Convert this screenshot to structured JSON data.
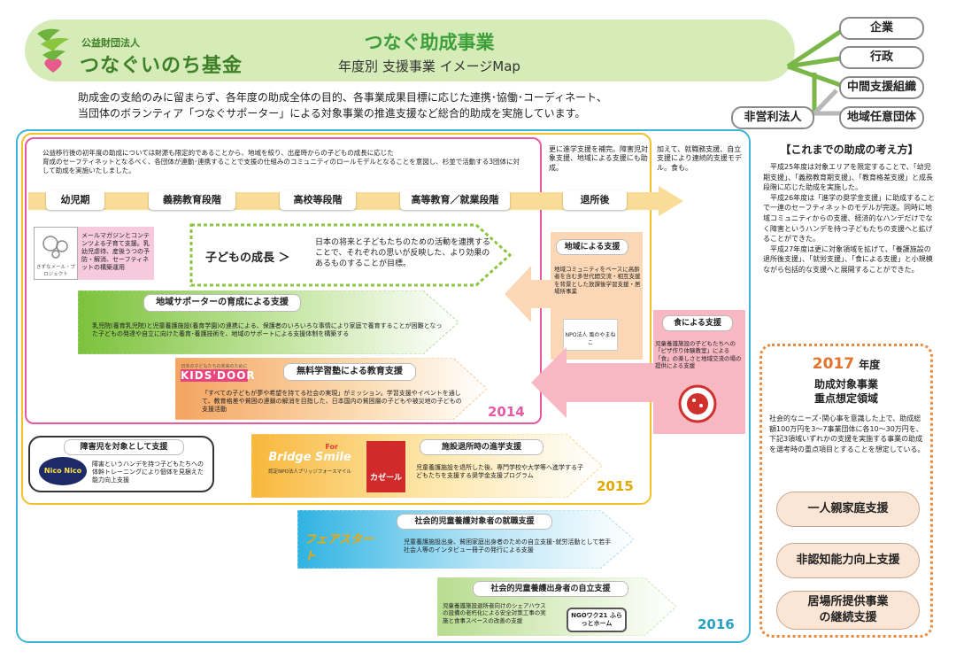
{
  "header": {
    "org_type": "公益財団法人",
    "org_name": "つなぐいのち基金",
    "title": "つなぐ助成事業",
    "subtitle": "年度別 支援事業 イメージMap"
  },
  "intro": [
    "助成金の支給のみに留まらず、各年度の助成全体の目的、各事業成果目標に応じた連携･協働･コーディネート、",
    "当団体のボランティア「つなぐサポーター」による対象事業の推進支援など総合的助成を実施しています。"
  ],
  "partners": {
    "kigyo": "企業",
    "gyosei": "行政",
    "chukan": "中間支援組織",
    "npo": "非営利法人",
    "chiiki": "地域任意団体"
  },
  "years": {
    "y2014": "2014",
    "y2015": "2015",
    "y2016": "2016"
  },
  "notes": {
    "n2014": [
      "公益移行後の初年度の助成については財源も限定的であることから、地域を絞り、出産時からの子どもの成長に応じた",
      "育成のセーフティネットとなるべく、各団体が連動･連携することで支援の仕組みのコミュニティのロールモデルとなることを意図し、杉並で活動する3団体に対して助成を実施いたしました。"
    ],
    "n2015": "更に進学支援を補完。障害児対象支援、地域による支援にも助成。",
    "n2016": "加えて、就職務支援、自立支援により連続的支援モデル。食も。"
  },
  "stages": [
    "幼児期",
    "義務教育段階",
    "高校等段階",
    "高等教育／就業段階",
    "退所後"
  ],
  "growth": {
    "label": "子どもの成長 ＞",
    "text": "日本の将来と子どもたちのための活動を連携することで、それぞれの思いが反映した、より効果のあるものすることが目標。"
  },
  "projects": {
    "mail": {
      "logo_text": "きずなメール・プロジェクト",
      "text": "メールマガジンとコンテンツよる子育て支援。乳幼児虐待、産後うつの予防・解消、セーフティネットの構築運用"
    },
    "supporter": {
      "title": "地域サポーターの育成による支援",
      "text": "乳児院(養育乳児院)と児童養護施設(養育学園)の連携による、保護者のいろいろな事情により家庭で養育することが困難となった子どもの発達や自立に向けた養育･養護技術を、地域のサポートによる支援体制を構築する"
    },
    "kidsdoor": {
      "title": "無料学習塾による教育支援",
      "logo_small": "日本の子どもたちの未来のために",
      "logo": "KIDS'DOOR",
      "text": "「すべての子どもが夢や希望を持てる社会の実現」がミッション。学習支援やイベントを通して、教育格差や貧困の連鎖の解消を目指した、日本国内の貧困層の子どもや被災地の子どもの支援活動"
    },
    "chiiki": {
      "title": "地域による支援",
      "text": "地域コミュニティをベースに高齢者を含む多世代間交流・相互支援を背景とした放課後学習支援・居場所事業",
      "logo": "NPO法人 風のやまねこ"
    },
    "food": {
      "title": "食による支援",
      "text": "児童養護施設の子どもたちへの「ピザ作り体験教室」による「食」の楽しさと地域交流の場の提供による支援"
    },
    "disabled": {
      "title": "障害児を対象として支援",
      "logo": "Nico Nico",
      "text": "障害というハンデを持つ子どもたちへの体幹トレーニングにより個体を見据えた能力向上支援"
    },
    "b4s": {
      "logo_top": "For",
      "logo": "Bridge Smile",
      "logo_sub": "認定NPO法人ブリッジフォースマイル"
    },
    "shisetsu": {
      "title": "施設退所時の進学支援",
      "logo": "カゼール",
      "text": "児童養護施設を退所した後、専門学校や大学等へ進学する子どもたちを支援する奨学金支援プログラム"
    },
    "fair": {
      "title": "社会的児童養護対象者の就職支援",
      "logo": "フェアスタート",
      "text": "児童養護施設出身、貧困家庭出身者のための自立支援･就労活動として若手社会人等のインタビュー冊子の発行による支援"
    },
    "jiritsu": {
      "title": "社会的児童養護出身者の自立支援",
      "logo": "NGOワク21 ふらっとホーム",
      "text": "児童養護施設退所者向けのシェアハウスの設備の老朽化による安全対策工事の実施と食事スペースの改善の支援"
    }
  },
  "concept": {
    "title": "【これまでの助成の考え方】",
    "body": "　平成25年度は対象エリアを限定することで、「幼児期支援」、「義務教育期支援」、「教育格差支援」と成長段階に応じた助成を実施した。\n　平成26年度は「進学の奨学金支援」に助成することで一連のセーフティネットのモデルが完遂。同時に地域コミュニティからの支援、経済的なハンデだけでなく障害というハンデを持つ子どもたちの支援へと拡げることができた。\n　平成27年度は更に対象領域を拡げて、「養護施設の退所後支援」、「就労支援」、「食による支援」と小規模ながら包括的な支援へと展開することができた。"
  },
  "priority": {
    "year": "2017",
    "year_suffix": "年度",
    "title1": "助成対象事業",
    "title2": "重点想定領域",
    "text": "社会的なニーズ･関心事を意識した上で、助成総額100万円を3～7事業団体に各10～30万円を、下記3領域いずれかの支援を実施する事業の助成を選考時の重点項目とすることを想定している。",
    "items": [
      "一人親家庭支援",
      "非認知能力向上支援",
      "居場所提供事業\nの継続支援"
    ]
  },
  "colors": {
    "header_bg": "#d5ecb8",
    "green": "#3f7f27",
    "pink": "#e65aa2",
    "yellow": "#f1c02a",
    "blue": "#3fb4d8",
    "orange": "#e98a3c"
  }
}
